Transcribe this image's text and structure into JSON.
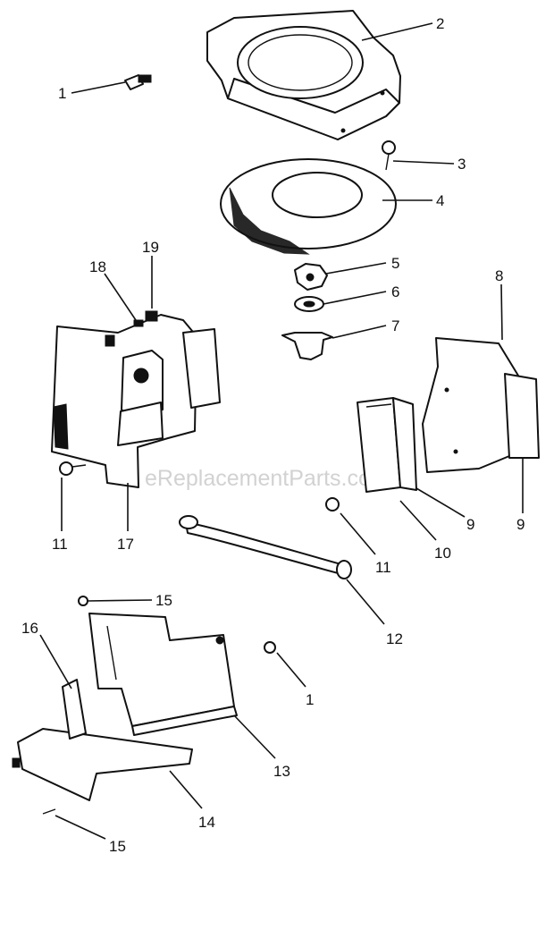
{
  "watermark": "eReplacementParts.com",
  "callouts": [
    {
      "key": "c1a",
      "number": "1"
    },
    {
      "key": "c2",
      "number": "2"
    },
    {
      "key": "c3",
      "number": "3"
    },
    {
      "key": "c4",
      "number": "4"
    },
    {
      "key": "c5",
      "number": "5"
    },
    {
      "key": "c6",
      "number": "6"
    },
    {
      "key": "c7",
      "number": "7"
    },
    {
      "key": "c8",
      "number": "8"
    },
    {
      "key": "c18",
      "number": "18"
    },
    {
      "key": "c19",
      "number": "19"
    },
    {
      "key": "c9a",
      "number": "9"
    },
    {
      "key": "c9b",
      "number": "9"
    },
    {
      "key": "c10",
      "number": "10"
    },
    {
      "key": "c11a",
      "number": "11"
    },
    {
      "key": "c11b",
      "number": "11"
    },
    {
      "key": "c17",
      "number": "17"
    },
    {
      "key": "c12",
      "number": "12"
    },
    {
      "key": "c15a",
      "number": "15"
    },
    {
      "key": "c16",
      "number": "16"
    },
    {
      "key": "c1b",
      "number": "1"
    },
    {
      "key": "c13",
      "number": "13"
    },
    {
      "key": "c14",
      "number": "14"
    },
    {
      "key": "c15b",
      "number": "15"
    }
  ],
  "colors": {
    "ink": "#111111",
    "background": "#ffffff",
    "watermark": "#d2d2d2"
  }
}
